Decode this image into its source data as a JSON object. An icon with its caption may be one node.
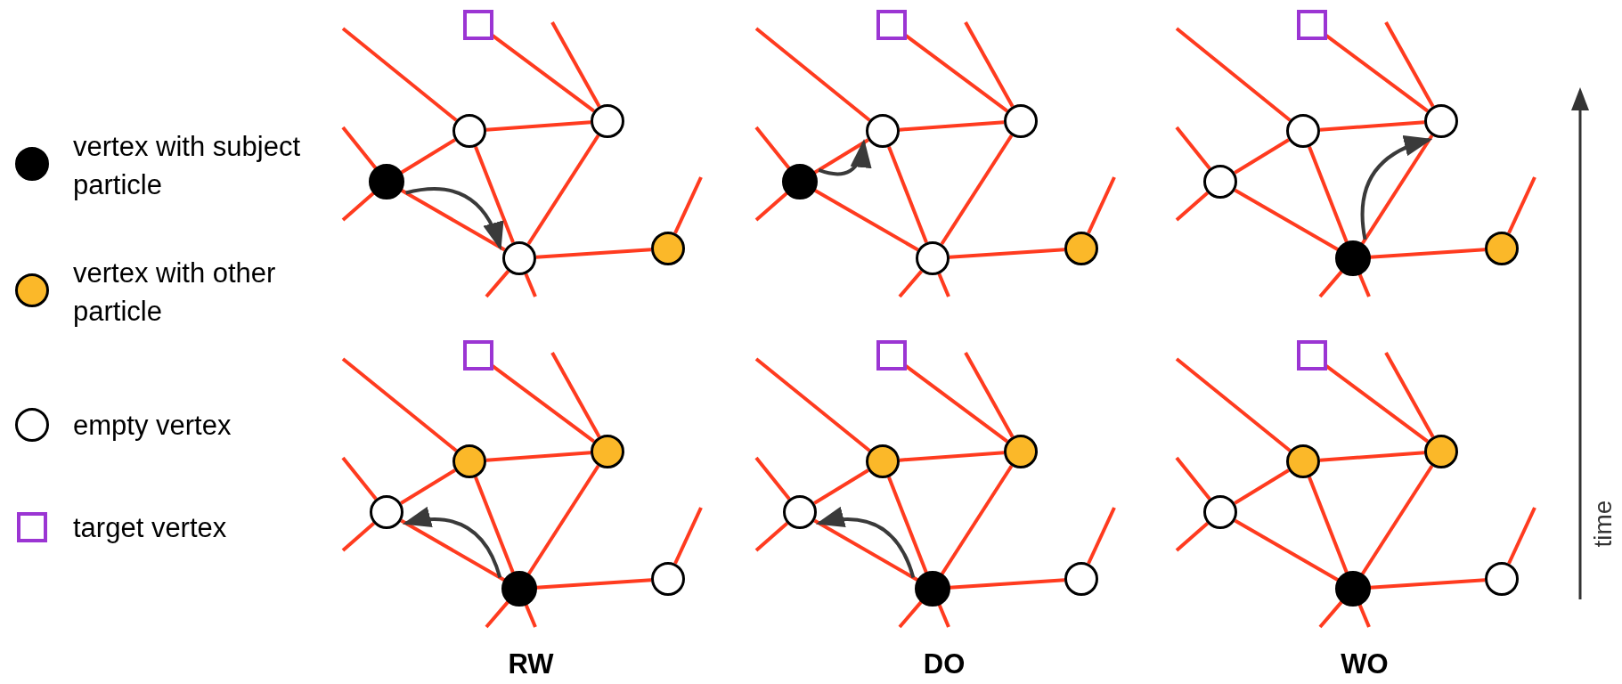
{
  "diagram": {
    "nodes": [
      {
        "text": [],
        "shape": "box"
      },
      {
        "text": [],
        "shape": "circle"
      },
      {
        "text": [],
        "shape": "circle"
      },
      {
        "text": [],
        "shape": "circle"
      },
      {
        "text": [],
        "shape": "circle"
      },
      {
        "text": [],
        "shape": "circle"
      },
      {
        "text": [],
        "shape": "box"
      },
      {
        "text": [],
        "shape": "circle"
      },
      {
        "text": [],
        "shape": "circle"
      },
      {
        "text": [],
        "shape": "circle"
      },
      {
        "text": [],
        "shape": "circle"
      },
      {
        "text": [],
        "shape": "circle"
      },
      {
        "text": [],
        "shape": "box"
      },
      {
        "text": [],
        "shape": "circle"
      },
      {
        "text": [],
        "shape": "circle"
      },
      {
        "text": [],
        "shape": "circle"
      },
      {
        "text": [],
        "shape": "circle"
      },
      {
        "text": [],
        "shape": "circle"
      },
      {
        "text": [],
        "shape": "box"
      },
      {
        "text": [],
        "shape": "circle"
      },
      {
        "text": [],
        "shape": "circle"
      },
      {
        "text": [],
        "shape": "circle"
      },
      {
        "text": [],
        "shape": "circle"
      },
      {
        "text": [],
        "shape": "circle"
      },
      {
        "text": [],
        "shape": "box"
      },
      {
        "text": [],
        "shape": "circle"
      },
      {
        "text": [],
        "shape": "circle"
      },
      {
        "text": [],
        "shape": "circle"
      },
      {
        "text": [],
        "shape": "circle"
      },
      {
        "text": [],
        "shape": "circle"
      },
      {
        "text": [],
        "shape": "box"
      },
      {
        "text": [],
        "shape": "circle"
      },
      {
        "text": [],
        "shape": "circle"
      },
      {
        "text": [],
        "shape": "circle"
      },
      {
        "text": [],
        "shape": "circle"
      },
      {
        "text": [],
        "shape": "circle"
      }
    ],
    "edges": [
      {
        "from": 0,
        "to": 2,
        "arrow": "none"
      },
      {
        "from": 1,
        "to": 2,
        "arrow": "none"
      },
      {
        "from": 3,
        "to": 1,
        "arrow": "none"
      },
      {
        "from": 3,
        "to": 4,
        "arrow": "none"
      },
      {
        "from": 1,
        "to": 4,
        "arrow": "none"
      },
      {
        "from": 2,
        "to": 4,
        "arrow": "none"
      },
      {
        "from": 4,
        "to": 5,
        "arrow": "none"
      },
      {
        "from": 1,
        "to": null,
        "arrow": "none"
      },
      {
        "from": 2,
        "to": null,
        "arrow": "none"
      },
      {
        "from": 3,
        "to": null,
        "arrow": "none"
      },
      {
        "from": 3,
        "to": null,
        "arrow": "none"
      },
      {
        "from": 4,
        "to": null,
        "arrow": "none"
      },
      {
        "from": 4,
        "to": null,
        "arrow": "none"
      },
      {
        "from": 5,
        "to": null,
        "arrow": "none"
      },
      {
        "from": 3,
        "to": 4,
        "arrow": "to",
        "color": "#3a3a3a"
      },
      {
        "from": 6,
        "to": 8,
        "arrow": "none"
      },
      {
        "from": 7,
        "to": 8,
        "arrow": "none"
      },
      {
        "from": 9,
        "to": 7,
        "arrow": "none"
      },
      {
        "from": 9,
        "to": 10,
        "arrow": "none"
      },
      {
        "from": 7,
        "to": 10,
        "arrow": "none"
      },
      {
        "from": 8,
        "to": 10,
        "arrow": "none"
      },
      {
        "from": 10,
        "to": 11,
        "arrow": "none"
      },
      {
        "from": 7,
        "to": null,
        "arrow": "none"
      },
      {
        "from": 8,
        "to": null,
        "arrow": "none"
      },
      {
        "from": 9,
        "to": null,
        "arrow": "none"
      },
      {
        "from": 9,
        "to": null,
        "arrow": "none"
      },
      {
        "from": 10,
        "to": null,
        "arrow": "none"
      },
      {
        "from": 10,
        "to": null,
        "arrow": "none"
      },
      {
        "from": 11,
        "to": null,
        "arrow": "none"
      },
      {
        "from": 9,
        "to": 7,
        "arrow": "to",
        "color": "#3a3a3a"
      },
      {
        "from": 12,
        "to": 14,
        "arrow": "none"
      },
      {
        "from": 13,
        "to": 14,
        "arrow": "none"
      },
      {
        "from": 15,
        "to": 13,
        "arrow": "none"
      },
      {
        "from": 15,
        "to": 16,
        "arrow": "none"
      },
      {
        "from": 13,
        "to": 16,
        "arrow": "none"
      },
      {
        "from": 14,
        "to": 16,
        "arrow": "none"
      },
      {
        "from": 16,
        "to": 17,
        "arrow": "none"
      },
      {
        "from": 13,
        "to": null,
        "arrow": "none"
      },
      {
        "from": 14,
        "to": null,
        "arrow": "none"
      },
      {
        "from": 15,
        "to": null,
        "arrow": "none"
      },
      {
        "from": 15,
        "to": null,
        "arrow": "none"
      },
      {
        "from": 16,
        "to": null,
        "arrow": "none"
      },
      {
        "from": 16,
        "to": null,
        "arrow": "none"
      },
      {
        "from": 17,
        "to": null,
        "arrow": "none"
      },
      {
        "from": 16,
        "to": 14,
        "arrow": "to",
        "color": "#3a3a3a"
      },
      {
        "from": 18,
        "to": 20,
        "arrow": "none"
      },
      {
        "from": 19,
        "to": 20,
        "arrow": "none"
      },
      {
        "from": 21,
        "to": 19,
        "arrow": "none"
      },
      {
        "from": 21,
        "to": 22,
        "arrow": "none"
      },
      {
        "from": 19,
        "to": 22,
        "arrow": "none"
      },
      {
        "from": 20,
        "to": 22,
        "arrow": "none"
      },
      {
        "from": 22,
        "to": 23,
        "arrow": "none"
      },
      {
        "from": 19,
        "to": null,
        "arrow": "none"
      },
      {
        "from": 20,
        "to": null,
        "arrow": "none"
      },
      {
        "from": 21,
        "to": null,
        "arrow": "none"
      },
      {
        "from": 21,
        "to": null,
        "arrow": "none"
      },
      {
        "from": 22,
        "to": null,
        "arrow": "none"
      },
      {
        "from": 22,
        "to": null,
        "arrow": "none"
      },
      {
        "from": 23,
        "to": null,
        "arrow": "none"
      },
      {
        "from": 22,
        "to": 21,
        "arrow": "to",
        "color": "#3a3a3a"
      },
      {
        "from": 24,
        "to": 26,
        "arrow": "none"
      },
      {
        "from": 25,
        "to": 26,
        "arrow": "none"
      },
      {
        "from": 27,
        "to": 25,
        "arrow": "none"
      },
      {
        "from": 27,
        "to": 28,
        "arrow": "none"
      },
      {
        "from": 25,
        "to": 28,
        "arrow": "none"
      },
      {
        "from": 26,
        "to": 28,
        "arrow": "none"
      },
      {
        "from": 28,
        "to": 29,
        "arrow": "none"
      },
      {
        "from": 25,
        "to": null,
        "arrow": "none"
      },
      {
        "from": 26,
        "to": null,
        "arrow": "none"
      },
      {
        "from": 27,
        "to": null,
        "arrow": "none"
      },
      {
        "from": 27,
        "to": null,
        "arrow": "none"
      },
      {
        "from": 28,
        "to": null,
        "arrow": "none"
      },
      {
        "from": 28,
        "to": null,
        "arrow": "none"
      },
      {
        "from": 29,
        "to": null,
        "arrow": "none"
      },
      {
        "from": 28,
        "to": 27,
        "arrow": "to",
        "color": "#3a3a3a"
      },
      {
        "from": 30,
        "to": 32,
        "arrow": "none"
      },
      {
        "from": 31,
        "to": 32,
        "arrow": "none"
      },
      {
        "from": 33,
        "to": 31,
        "arrow": "none"
      },
      {
        "from": 33,
        "to": 34,
        "arrow": "none"
      },
      {
        "from": 31,
        "to": 34,
        "arrow": "none"
      },
      {
        "from": 32,
        "to": 34,
        "arrow": "none"
      },
      {
        "from": 34,
        "to": 35,
        "arrow": "none"
      },
      {
        "from": 31,
        "to": null,
        "arrow": "none"
      },
      {
        "from": 32,
        "to": null,
        "arrow": "none"
      },
      {
        "from": 33,
        "to": null,
        "arrow": "none"
      },
      {
        "from": 33,
        "to": null,
        "arrow": "none"
      },
      {
        "from": 34,
        "to": null,
        "arrow": "none"
      },
      {
        "from": 34,
        "to": null,
        "arrow": "none"
      },
      {
        "from": 35,
        "to": null,
        "arrow": "none"
      }
    ],
    "labels": [
      "RW",
      "DO",
      "WO",
      "time"
    ],
    "legend": [
      {
        "text": "vertex with subject particle",
        "color": "#000000"
      },
      {
        "text": "vertex with other particle",
        "color": "#fbb829"
      },
      {
        "text": "empty vertex",
        "color": "#ffffff"
      },
      {
        "text": "target vertex"
      }
    ]
  }
}
